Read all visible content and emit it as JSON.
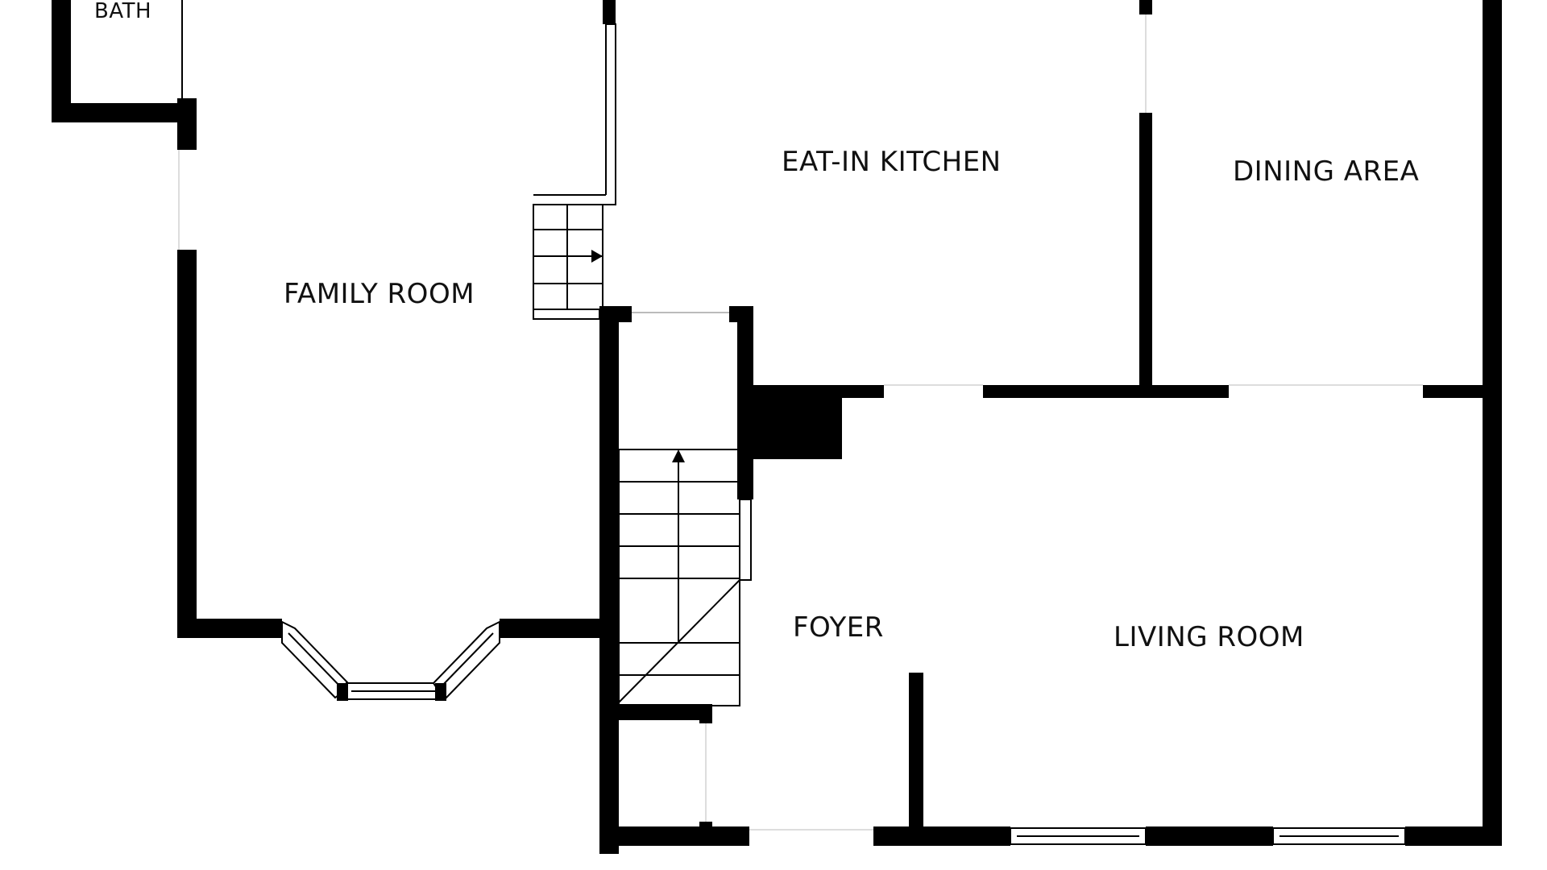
{
  "plan": {
    "colors": {
      "wall": "#000000",
      "background": "#ffffff",
      "text": "#111111"
    },
    "rooms": {
      "bath": "BATH",
      "family_room": "FAMILY ROOM",
      "eat_in_kitchen": "EAT-IN KITCHEN",
      "dining_area": "DINING AREA",
      "foyer": "FOYER",
      "living_room": "LIVING ROOM"
    },
    "icons": [
      "stairs-up-arrow-icon",
      "stairs-right-arrow-icon"
    ]
  }
}
